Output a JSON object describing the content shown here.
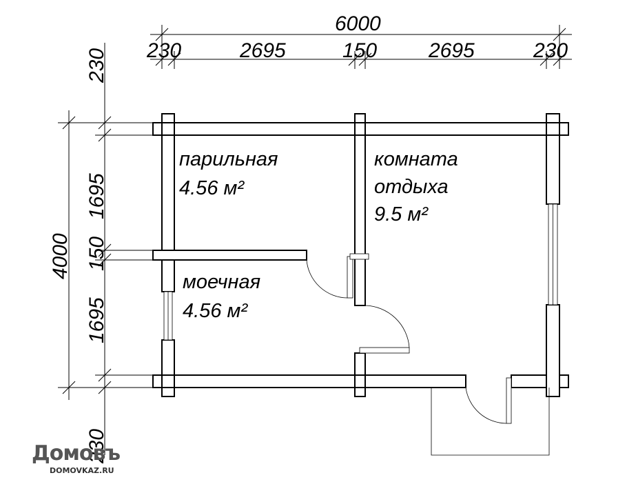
{
  "dimensions": {
    "total_width": "6000",
    "top_segments": [
      "230",
      "2695",
      "150",
      "2695",
      "230"
    ],
    "total_depth": "4000",
    "left_segments": [
      "230",
      "1695",
      "150",
      "1695",
      "230"
    ]
  },
  "rooms": {
    "steam_room": {
      "name": "парильная",
      "area": "4.56 м²"
    },
    "rest_room": {
      "name_line1": "комната",
      "name_line2": "отдыха",
      "area": "9.5 м²"
    },
    "washing_room": {
      "name": "моечная",
      "area": "4.56 м²"
    }
  },
  "logo": {
    "brand": "Домовъ",
    "site": "DOMOVKAZ.RU"
  }
}
